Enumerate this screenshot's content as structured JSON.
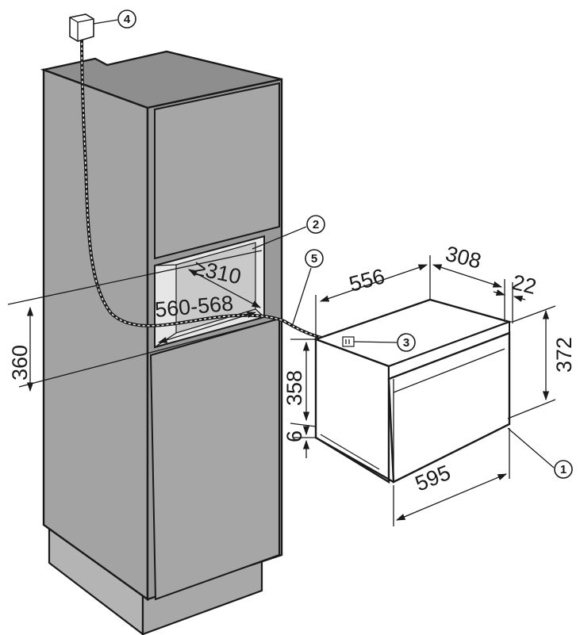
{
  "callouts": {
    "c1": "1",
    "c2": "2",
    "c3": "3",
    "c4": "4",
    "c5": "5"
  },
  "dimensions": {
    "niche_depth_min": "≥310",
    "niche_width": "560-568",
    "niche_height": "360",
    "appliance_depth": "556",
    "appliance_depth_front": "308",
    "front_panel": "22",
    "appliance_height_front": "372",
    "housing_height": "358",
    "base_gap": "6",
    "appliance_width": "595"
  },
  "colors": {
    "cabinet_side": "#a3a3a3",
    "cabinet_top": "#8e8e8e",
    "cabinet_front": "#9a9a9a",
    "niche_inside": "#c9c9c9",
    "plinth": "#b4b4b4",
    "appliance": "#ffffff",
    "line": "#1a1a1a"
  }
}
